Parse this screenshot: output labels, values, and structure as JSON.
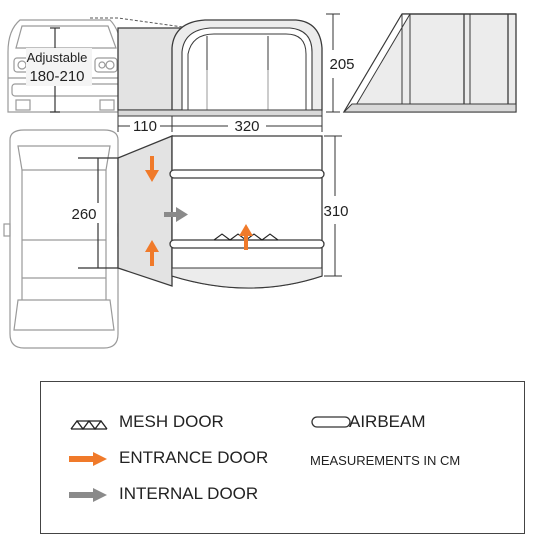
{
  "colors": {
    "line": "#3a3a3a",
    "light_line": "#9a9a9a",
    "tent_fill": "#ececec",
    "floor_fill": "#d9d9d9",
    "entrance_arrow": "#f07a2a",
    "internal_arrow": "#8a8a8a"
  },
  "dimensions": {
    "adjustable_label": "Adjustable",
    "adjustable_range": "180-210",
    "side_height": "205",
    "tunnel_length": "110",
    "tent_length": "320",
    "tunnel_width": "260",
    "tent_width": "310"
  },
  "legend": {
    "mesh_door": "MESH DOOR",
    "entrance_door": "ENTRANCE DOOR",
    "internal_door": "INTERNAL DOOR",
    "airbeam": "AIRBEAM",
    "measurements": "MEASUREMENTS IN CM"
  },
  "icons": {
    "mesh": "mesh-door-icon",
    "entrance": "entrance-arrow-icon",
    "internal": "internal-arrow-icon",
    "airbeam": "airbeam-icon"
  }
}
